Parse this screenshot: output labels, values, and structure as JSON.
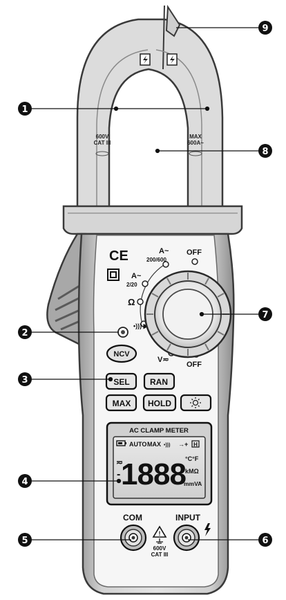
{
  "jaw": {
    "left_rating": [
      "600V",
      "CAT III"
    ],
    "right_rating": [
      "MAX",
      "600A~"
    ]
  },
  "dial": {
    "amp_high_top": "A~",
    "amp_high_range": "200/600",
    "amp_low_top": "A~",
    "amp_low_range": "2/20",
    "ohm": "Ω",
    "continuity_icons": "•))) ▶|",
    "volts": "V≂",
    "off_top": "OFF",
    "off_bottom": "OFF"
  },
  "marks": {
    "ce": "CE"
  },
  "buttons": {
    "ncv": "NCV",
    "sel": "SEL",
    "ran": "RAN",
    "max": "MAX",
    "hold": "HOLD",
    "backlight_icon": "sun-icon"
  },
  "display": {
    "header": "AC CLAMP METER",
    "status_battery": "battery-icon",
    "status_auto": "AUTO",
    "status_max": "MAX",
    "status_cont": "•)))",
    "status_diode": "→+",
    "status_hold": "H",
    "acdc_symbol": "≂",
    "minus": "-",
    "digits": "1888",
    "unit_temp": "°C°F",
    "unit_ohm": "kMΩ",
    "unit_amp": "mmVA"
  },
  "jacks": {
    "com": "COM",
    "input": "INPUT",
    "warning_rating": [
      "600V",
      "CAT III"
    ]
  },
  "callouts": {
    "c1": "1",
    "c2": "2",
    "c3": "3",
    "c4": "4",
    "c5": "5",
    "c6": "6",
    "c7": "7",
    "c8": "8",
    "c9": "9"
  }
}
